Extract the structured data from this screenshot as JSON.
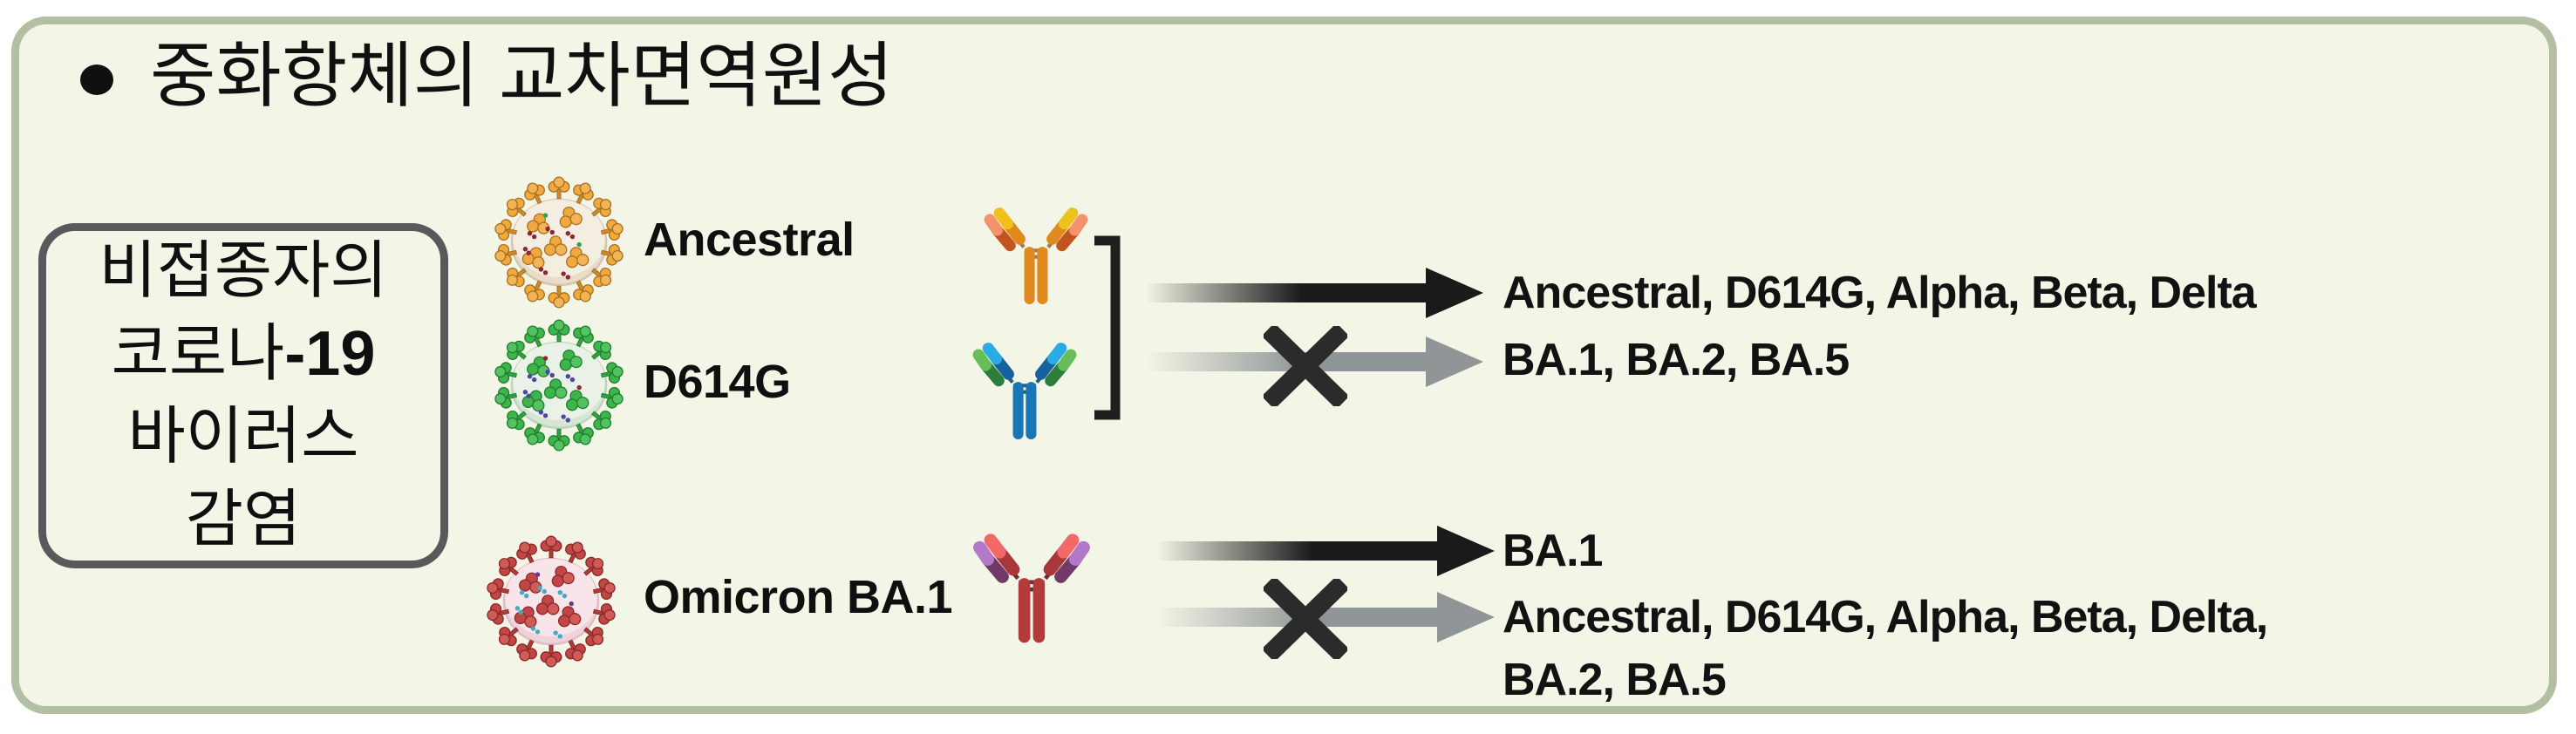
{
  "figure": {
    "bullet_glyph": "",
    "title": "중화항체의 교차면역원성"
  },
  "infection_box": {
    "line1": "비접종자의",
    "line2_regular": "코로나",
    "line2_bold": "-19",
    "line3": "바이러스",
    "line4": "감염"
  },
  "variants": [
    {
      "label": "Ancestral",
      "icon": "ancestral-virus-icon",
      "spike_color": "#efa93f"
    },
    {
      "label": "D614G",
      "icon": "d614g-virus-icon",
      "spike_color": "#3eb54b"
    },
    {
      "label": "Omicron BA.1",
      "icon": "omicron-ba1-virus-icon",
      "spike_color": "#c14746"
    }
  ],
  "antibody_groups": [
    {
      "antibodies": [
        "ancestral-antibody-icon",
        "d614g-antibody-icon"
      ],
      "neutralizes": "Ancestral, D614G, Alpha, Beta, Delta",
      "does_not_neutralize": "BA.1, BA.2, BA.5"
    },
    {
      "antibodies": [
        "omicron-ba1-antibody-icon"
      ],
      "neutralizes": "BA.1",
      "does_not_neutralize_line1": "Ancestral, D614G, Alpha, Beta, Delta,",
      "does_not_neutralize_line2": "BA.2, BA.5"
    }
  ],
  "colors": {
    "panel_background": "#f3f6e7",
    "panel_border": "#b3bfa2",
    "infection_box_border": "#58595a",
    "text": "#111111",
    "neutralization_arrow": "#1a1a1a",
    "no_neutralization_arrow": "#909697",
    "cross": "#2b2b2b",
    "ancestral_antibody": "#e0891c",
    "d614g_antibody": "#1a77b5",
    "omicron_antibody": "#b43b3c"
  }
}
